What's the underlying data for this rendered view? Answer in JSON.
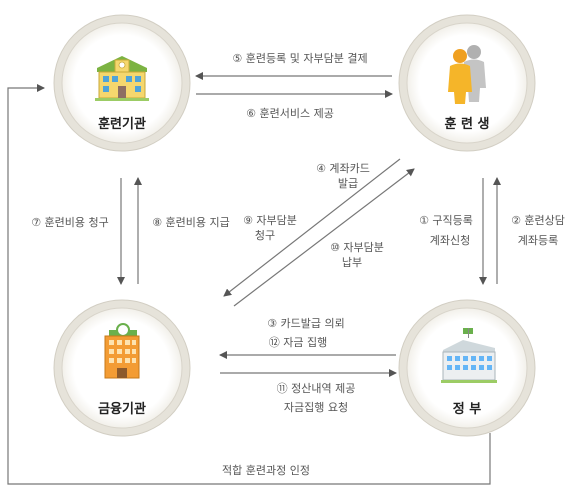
{
  "nodes": {
    "training_institution": "훈련기관",
    "trainee": "훈 련 생",
    "financial_institution": "금융기관",
    "government": "정 부"
  },
  "edges": {
    "e5": "⑤ 훈련등록 및 자부담분 결제",
    "e6": "⑥ 훈련서비스 제공",
    "e4a": "④ 계좌카드",
    "e4b": "발급",
    "e9a": "⑨ 자부담분",
    "e9b": "청구",
    "e10a": "⑩ 자부담분",
    "e10b": "납부",
    "e7": "⑦ 훈련비용 청구",
    "e8": "⑧ 훈련비용 지급",
    "e1a": "① 구직등록",
    "e1b": "계좌신청",
    "e2a": "② 훈련상담",
    "e2b": "계좌등록",
    "e3": "③ 카드발급 의뢰",
    "e12": "⑫ 자금 집행",
    "e11a": "⑪ 정산내역 제공",
    "e11b": "자금집행 요청",
    "bottom": "적합 훈련과정 인정"
  },
  "colors": {
    "circle_fill": "#ffffff",
    "circle_ring": "#e4e1d8",
    "circle_outline": "#cfcbc0",
    "arrow": "#777777"
  },
  "icons": {
    "training_institution": "school-building-icon",
    "trainee": "people-icon",
    "financial_institution": "bank-building-icon",
    "government": "government-building-icon"
  }
}
